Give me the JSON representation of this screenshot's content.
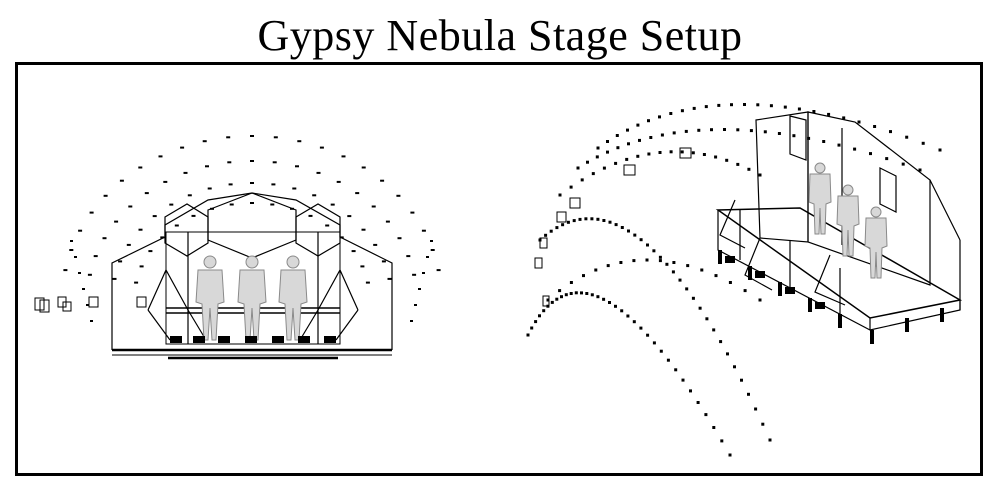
{
  "title": "Gypsy Nebula Stage Setup",
  "colors": {
    "line": "#000000",
    "figure": "#9a9a9a",
    "background": "#ffffff"
  },
  "views": [
    {
      "name": "front-elevation",
      "figures": 3,
      "hexagon_panels": 3
    },
    {
      "name": "isometric",
      "figures": 3,
      "screens": 3
    }
  ]
}
